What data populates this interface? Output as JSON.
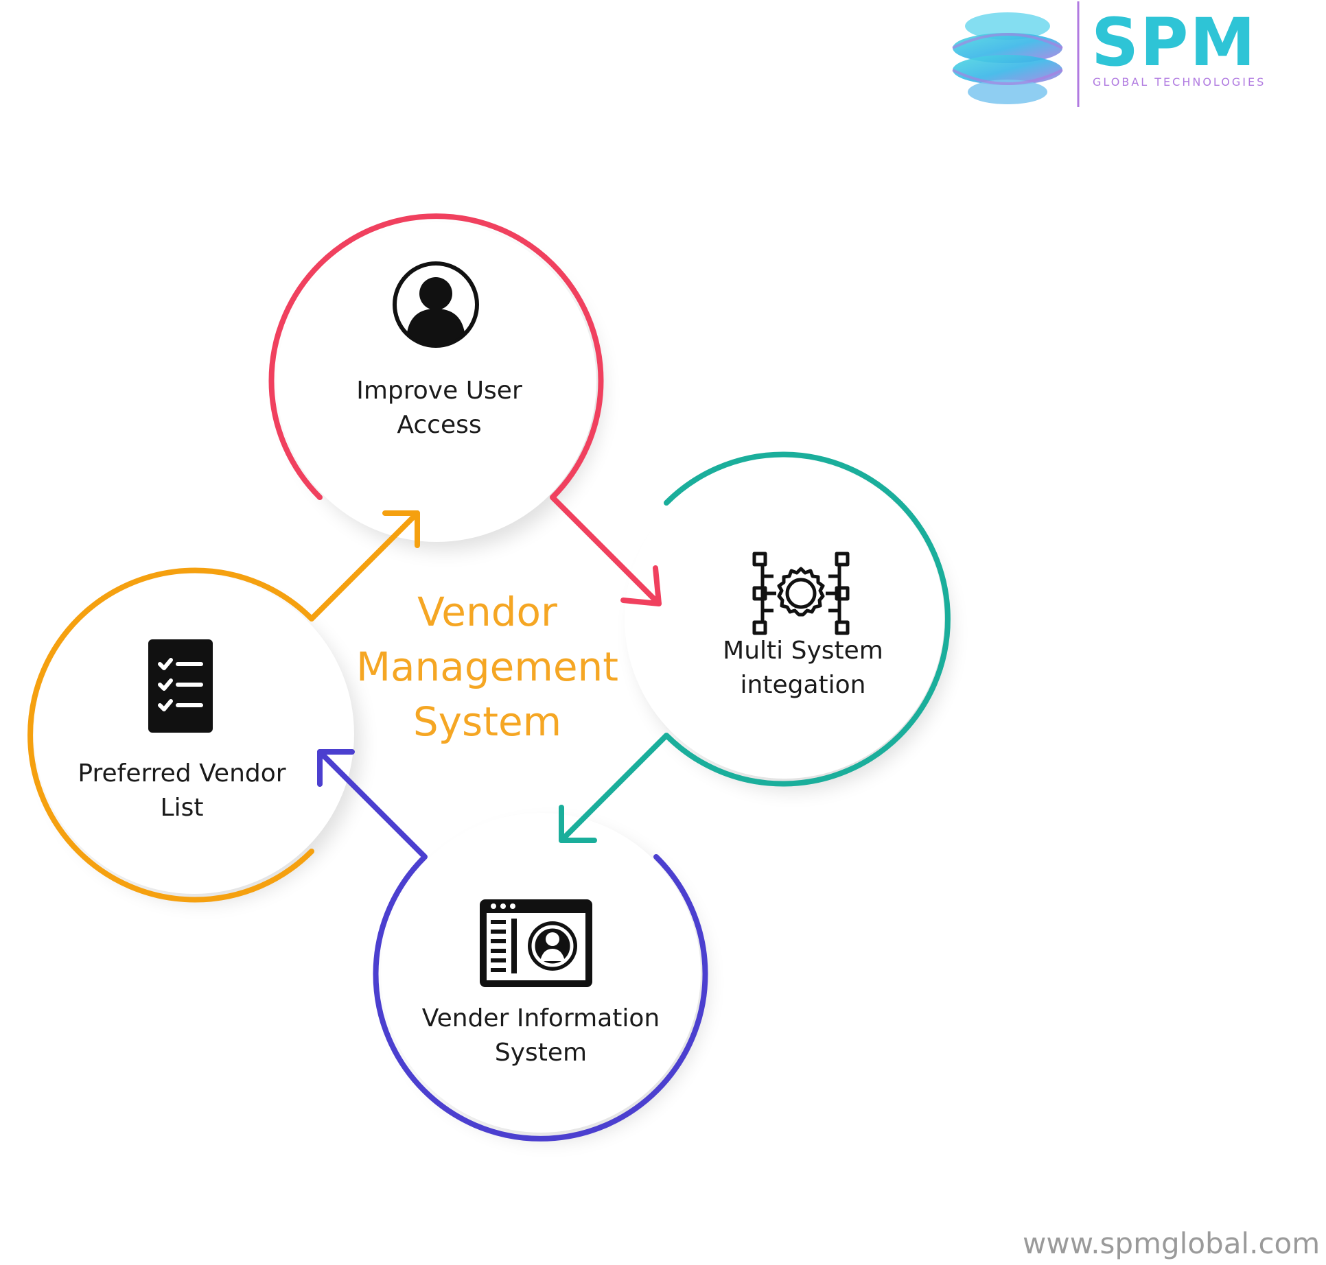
{
  "logo": {
    "name": "SPM",
    "tagline": "GLOBAL TECHNOLOGIES",
    "brand_color": "#2ec4d6",
    "tagline_color": "#b07ae0"
  },
  "center": {
    "line1": "Vendor",
    "line2": "Management",
    "line3": "System",
    "color": "#f5a623"
  },
  "nodes": {
    "top": {
      "line1": "Improve User",
      "line2": "Access",
      "color": "#f0405e",
      "icon": "user-circle-icon"
    },
    "right": {
      "line1": "Multi System",
      "line2": "integation",
      "color": "#1aae9b",
      "icon": "gear-network-icon"
    },
    "bottom": {
      "line1": "Vender Information",
      "line2": "System",
      "color": "#4b3fcf",
      "icon": "profile-window-icon"
    },
    "left": {
      "line1": "Preferred Vendor",
      "line2": "List",
      "color": "#f5a00f",
      "icon": "checklist-icon"
    }
  },
  "footer": {
    "url": "www.spmglobal.com"
  }
}
